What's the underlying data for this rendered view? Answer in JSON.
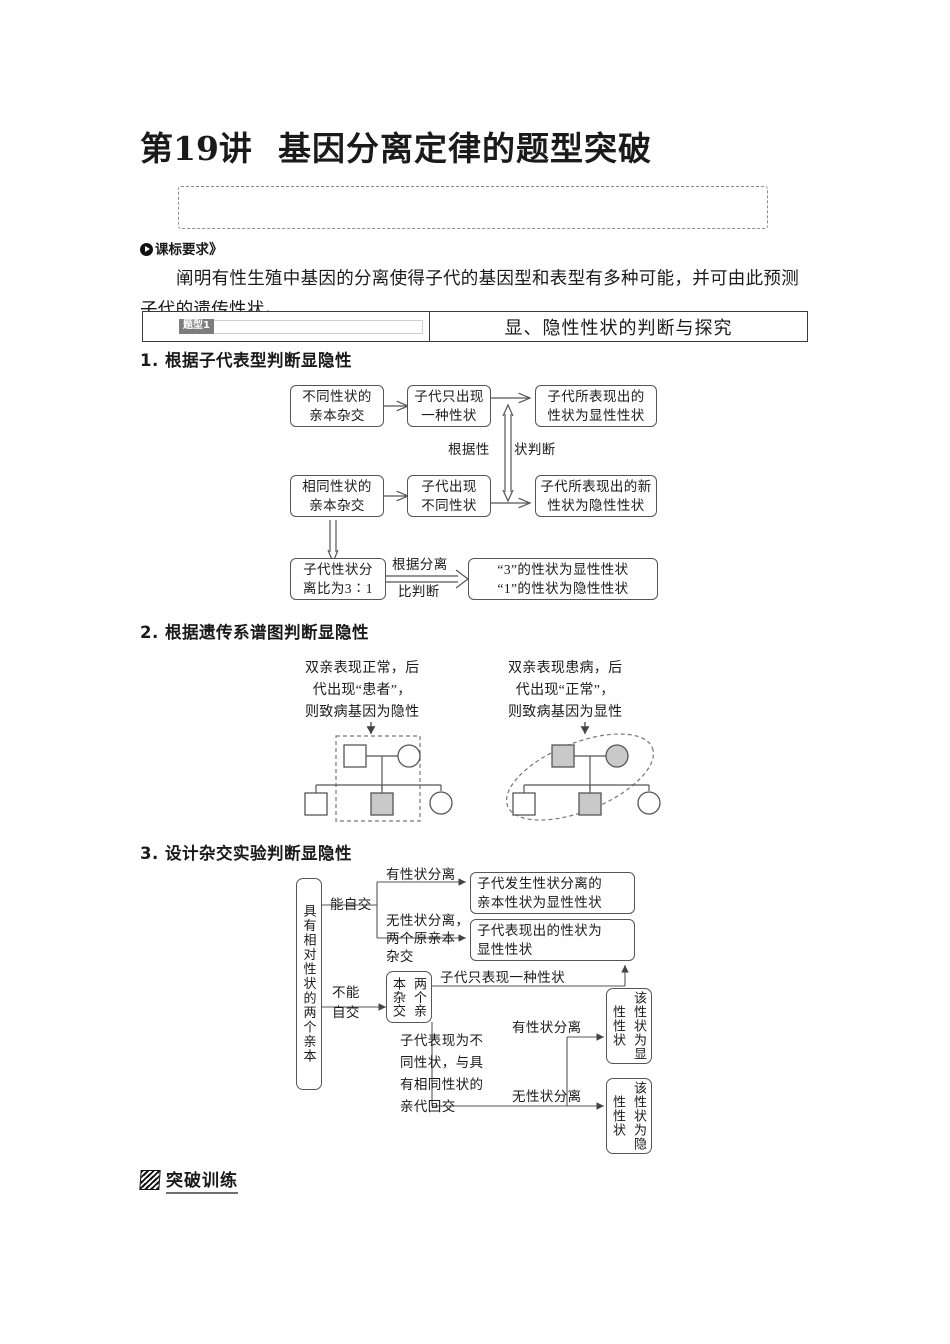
{
  "header": {
    "lecture_number": "第19讲",
    "title": "基因分离定律的题型突破"
  },
  "standard_requirement": {
    "tag_label": "课标要求",
    "tag_chevron": "》",
    "text": "阐明有性生殖中基因的分离使得子代的基因型和表型有多种可能，并可由此预测子代的遗传性状。"
  },
  "type_header": {
    "badge": "题型1",
    "title": "显、隐性性状的判断与探究"
  },
  "sections": [
    {
      "number": "1.",
      "title": "根据子代表型判断显隐性"
    },
    {
      "number": "2.",
      "title": "根据遗传系谱图判断显隐性"
    },
    {
      "number": "3.",
      "title": "设计杂交实验判断显隐性"
    }
  ],
  "flow1": {
    "boxes": [
      {
        "id": "b1",
        "lines": [
          "不同性状的",
          "亲本杂交"
        ]
      },
      {
        "id": "b2",
        "lines": [
          "子代只出现",
          "一种性状"
        ]
      },
      {
        "id": "b3",
        "lines": [
          "子代所表现出的",
          "性状为显性性状"
        ]
      },
      {
        "id": "b4",
        "lines": [
          "相同性状的",
          "亲本杂交"
        ]
      },
      {
        "id": "b5",
        "lines": [
          "子代出现",
          "不同性状"
        ]
      },
      {
        "id": "b6",
        "lines": [
          "子代所表现出的新",
          "性状为隐性性状"
        ]
      },
      {
        "id": "b7",
        "lines": [
          "子代性状分",
          "离比为3∶1"
        ]
      },
      {
        "id": "b8",
        "lines": [
          "“3”的性状为显性性状",
          "“1”的性状为隐性性状"
        ]
      }
    ],
    "labels": {
      "middle_left": "根据性",
      "middle_right": "状判断",
      "ratio_top": "根据分离",
      "ratio_bottom": "比判断"
    }
  },
  "pedigree": {
    "left_caption": [
      "双亲表现正常，后",
      "代出现“患者”，",
      "则致病基因为隐性"
    ],
    "right_caption": [
      "双亲表现患病，后",
      "代出现“正常”，",
      "则致病基因为显性"
    ]
  },
  "flow3": {
    "root_box": "具有相对性状的两个亲本",
    "branch_self_cross": "能自交",
    "branch_no_self_cross_1": "不能",
    "branch_no_self_cross_2": "自交",
    "label_has_segregation_1": "有性状分离",
    "label_no_segregation": [
      "无性状分离，",
      "两个原亲本",
      "杂交"
    ],
    "box_result_1": [
      "子代发生性状分离的",
      "亲本性状为显性性状"
    ],
    "box_result_2": [
      "子代表现出的性状为",
      "显性性状"
    ],
    "box_two_parents_cross": "两个亲本杂交",
    "label_one_trait": "子代只表现一种性状",
    "label_back_cross": [
      "子代表现为不",
      "同性状，与具",
      "有相同性状的",
      "亲代回交"
    ],
    "label_has_segregation_2": "有性状分离",
    "label_no_segregation_2": "无性状分离",
    "box_dominant": "该性状为显性性状",
    "box_recessive": "该性状为隐性性状"
  },
  "training": {
    "label": "突破训练",
    "icon": "pencil-square-icon"
  },
  "colors": {
    "text": "#1a1a1a",
    "box_border": "#555555",
    "badge_bg": "#7d7d7d",
    "shaded_symbol": "#c9c9c9",
    "dashed": "#8c8c8c"
  }
}
